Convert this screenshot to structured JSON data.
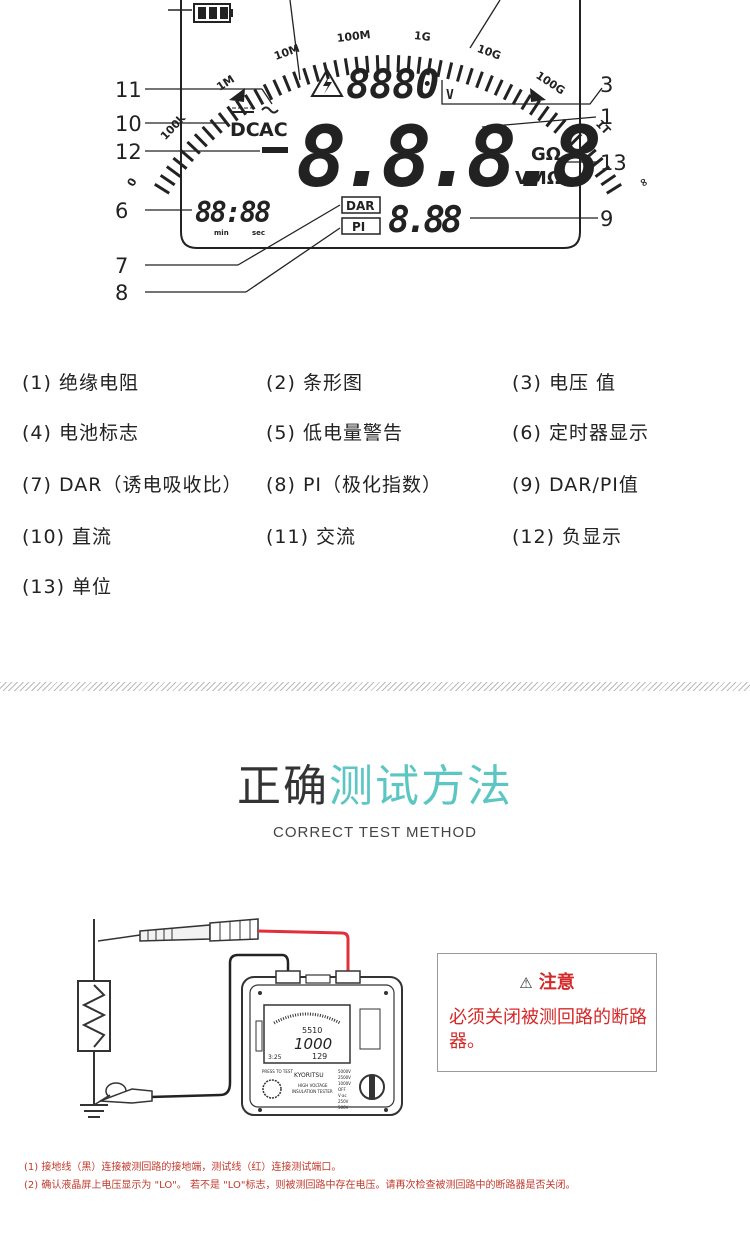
{
  "lcd": {
    "scale_labels": [
      "0",
      "100k",
      "1M",
      "10M",
      "100M",
      "1G",
      "10G",
      "100G",
      "1T",
      "∞"
    ],
    "voltage_digits": "8880",
    "voltage_unit": "V",
    "main_digits": "8.8.8.8",
    "dc_label": "DC",
    "ac_label": "AC",
    "unit_top": "GΩ",
    "unit_bottom": "VMΩ",
    "timer_digits": "88:88",
    "timer_min": "min",
    "timer_sec": "sec",
    "dar_label": "DAR",
    "pi_label": "PI",
    "value_digits": "8.88",
    "callouts": [
      "11",
      "10",
      "12",
      "6",
      "7",
      "8",
      "3",
      "1",
      "13",
      "9"
    ]
  },
  "legend": [
    "(1) 绝缘电阻",
    "(2) 条形图",
    "(3) 电压 值",
    "(4) 电池标志",
    "(5) 低电量警告",
    "(6) 定时器显示",
    "(7) DAR（诱电吸收比）",
    "(8) PI（极化指数）",
    "(9) DAR/PI值",
    "(10) 直流",
    "(11) 交流",
    "(12) 负显示",
    "(13) 单位"
  ],
  "section": {
    "title_dark": "正确",
    "title_accent": "测试方法",
    "subtitle": "CORRECT TEST METHOD"
  },
  "device": {
    "brand": "KYORITSU",
    "lcd_top": "5510",
    "lcd_main": "1000",
    "lcd_small_left": "3:25",
    "lcd_small_right": "129",
    "product_line1": "HIGH VOLTAGE",
    "product_line2": "INSULATION TESTER",
    "button_label": "PRESS TO TEST",
    "range_labels": [
      "5000V",
      "2500V",
      "1000V",
      "OFF",
      "V·ac",
      "250V",
      "500V"
    ]
  },
  "notice": {
    "warn_symbol": "⚠",
    "title": "注意",
    "body": "必须关闭被测回路的断路器。"
  },
  "footnotes": [
    "(1) 接地线（黑）连接被测回路的接地端，测试线（红）连接测试端口。",
    "(2) 确认液晶屏上电压显示为 \"LO\"。 若不是 \"LO\"标志，则被测回路中存在电压。请再次检查被测回路中的断路器是否关闭。"
  ],
  "colors": {
    "accent": "#5bc6c2",
    "warning_red": "#d62828",
    "test_lead_red": "#e0303a"
  }
}
